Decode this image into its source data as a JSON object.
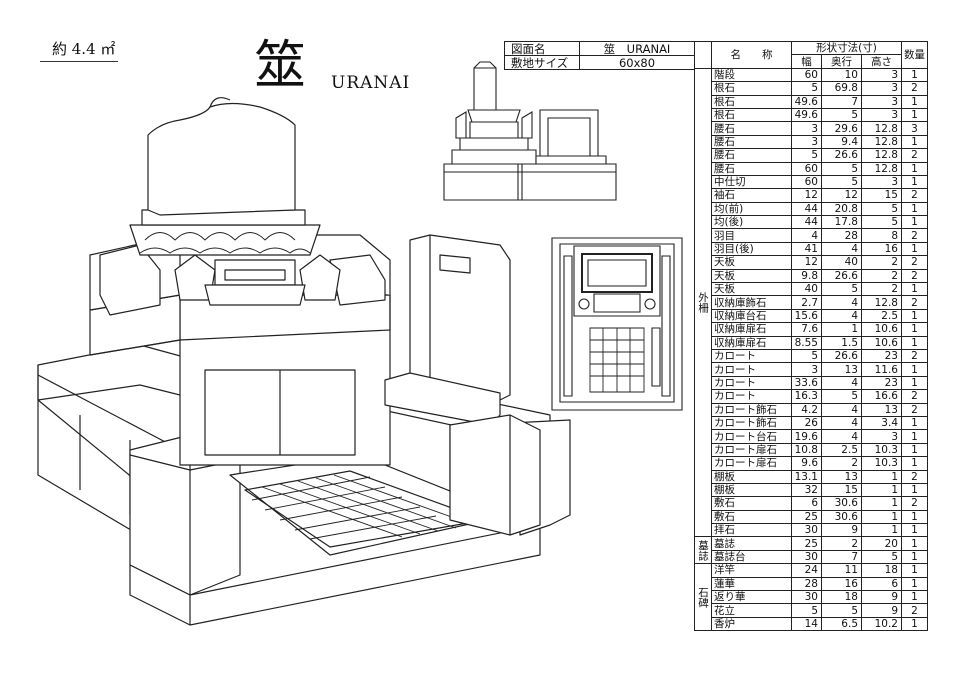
{
  "header": {
    "area": "約 4.4 ㎡",
    "title_kanji": "筮",
    "title_latin": "URANAI"
  },
  "info": {
    "drawing_name_label": "図面名",
    "drawing_name_value": "筮　URANAI",
    "lot_size_label": "敷地サイズ",
    "lot_size_value": "60x80"
  },
  "spec": {
    "header_name": "名　　称",
    "header_dims": "形状寸法(寸)",
    "header_width": "幅",
    "header_depth": "奥行",
    "header_height": "高さ",
    "header_qty": "数量",
    "groups": [
      {
        "category": "外柵",
        "rows": [
          [
            "階段",
            "60",
            "10",
            "3",
            "1"
          ],
          [
            "根石",
            "5",
            "69.8",
            "3",
            "2"
          ],
          [
            "根石",
            "49.6",
            "7",
            "3",
            "1"
          ],
          [
            "根石",
            "49.6",
            "5",
            "3",
            "1"
          ],
          [
            "腰石",
            "3",
            "29.6",
            "12.8",
            "3"
          ],
          [
            "腰石",
            "3",
            "9.4",
            "12.8",
            "1"
          ],
          [
            "腰石",
            "5",
            "26.6",
            "12.8",
            "2"
          ],
          [
            "腰石",
            "60",
            "5",
            "12.8",
            "1"
          ],
          [
            "中仕切",
            "60",
            "5",
            "3",
            "1"
          ],
          [
            "袖石",
            "12",
            "12",
            "15",
            "2"
          ],
          [
            "均(前)",
            "44",
            "20.8",
            "5",
            "1"
          ],
          [
            "均(後)",
            "44",
            "17.8",
            "5",
            "1"
          ],
          [
            "羽目",
            "4",
            "28",
            "8",
            "2"
          ],
          [
            "羽目(後)",
            "41",
            "4",
            "16",
            "1"
          ],
          [
            "天板",
            "12",
            "40",
            "2",
            "2"
          ],
          [
            "天板",
            "9.8",
            "26.6",
            "2",
            "2"
          ],
          [
            "天板",
            "40",
            "5",
            "2",
            "1"
          ],
          [
            "収納庫飾石",
            "2.7",
            "4",
            "12.8",
            "2"
          ],
          [
            "収納庫台石",
            "15.6",
            "4",
            "2.5",
            "1"
          ],
          [
            "収納庫扉石",
            "7.6",
            "1",
            "10.6",
            "1"
          ],
          [
            "収納庫扉石",
            "8.55",
            "1.5",
            "10.6",
            "1"
          ],
          [
            "カロート",
            "5",
            "26.6",
            "23",
            "2"
          ],
          [
            "カロート",
            "3",
            "13",
            "11.6",
            "1"
          ],
          [
            "カロート",
            "33.6",
            "4",
            "23",
            "1"
          ],
          [
            "カロート",
            "16.3",
            "5",
            "16.6",
            "2"
          ],
          [
            "カロート飾石",
            "4.2",
            "4",
            "13",
            "2"
          ],
          [
            "カロート飾石",
            "26",
            "4",
            "3.4",
            "1"
          ],
          [
            "カロート台石",
            "19.6",
            "4",
            "3",
            "1"
          ],
          [
            "カロート扉石",
            "10.8",
            "2.5",
            "10.3",
            "1"
          ],
          [
            "カロート扉石",
            "9.6",
            "2",
            "10.3",
            "1"
          ],
          [
            "棚板",
            "13.1",
            "13",
            "1",
            "2"
          ],
          [
            "棚板",
            "32",
            "15",
            "1",
            "1"
          ],
          [
            "敷石",
            "6",
            "30.6",
            "1",
            "2"
          ],
          [
            "敷石",
            "25",
            "30.6",
            "1",
            "1"
          ],
          [
            "拝石",
            "30",
            "9",
            "1",
            "1"
          ]
        ]
      },
      {
        "category": "墓誌",
        "rows": [
          [
            "墓誌",
            "25",
            "2",
            "20",
            "1"
          ],
          [
            "墓誌台",
            "30",
            "7",
            "5",
            "1"
          ]
        ]
      },
      {
        "category": "石碑",
        "rows": [
          [
            "洋竿",
            "24",
            "11",
            "18",
            "1"
          ],
          [
            "蓮華",
            "28",
            "16",
            "6",
            "1"
          ],
          [
            "返り華",
            "30",
            "18",
            "9",
            "1"
          ],
          [
            "花立",
            "5",
            "5",
            "9",
            "2"
          ],
          [
            "香炉",
            "14",
            "6.5",
            "10.2",
            "1"
          ]
        ]
      }
    ]
  }
}
